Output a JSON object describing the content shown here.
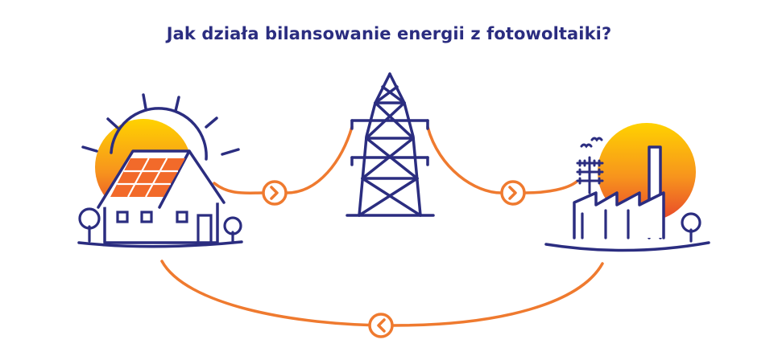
{
  "title": "Jak działa bilansowanie energii z fotowoltaiki?",
  "colors": {
    "navy": "#2b2d80",
    "orange": "#ef7a2f",
    "sun_top": "#ffd200",
    "sun_bottom": "#e8472b",
    "panel": "#f26a2a"
  },
  "nodes": [
    {
      "icon": "house-with-solar-panels-icon"
    },
    {
      "icon": "power-pylon-icon"
    },
    {
      "icon": "factory-icon"
    }
  ],
  "flows": [
    {
      "from": "house",
      "to": "pylon",
      "icon": "chevron-right-icon"
    },
    {
      "from": "pylon",
      "to": "factory",
      "icon": "chevron-right-icon"
    },
    {
      "from": "factory",
      "to": "house",
      "icon": "chevron-left-icon"
    }
  ]
}
